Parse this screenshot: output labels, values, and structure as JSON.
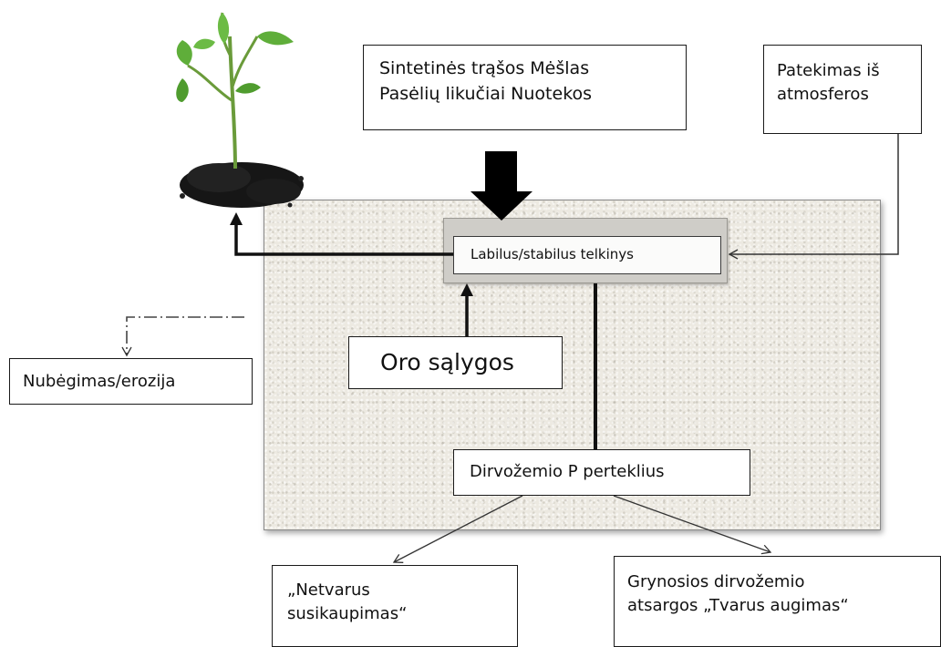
{
  "diagram": {
    "input_sources": "Sintetinės trąšos Mėšlas\nPasėlių likučiai Nuotekos",
    "atmospheric_input": "Patekimas iš\natmosferos",
    "labile_stable_pool": "Labilus/stabilus telkinys",
    "weather_conditions": "Oro sąlygos",
    "runoff_erosion": "Nubėgimas/erozija",
    "soil_p_surplus": "Dirvožemio P perteklius",
    "unsustainable_accumulation": "„Netvarus\nsusikaupimas“",
    "sustainable_growth": "Grynosios dirvožemio\natsargos „Tvarus augimas“"
  },
  "icons": {
    "plant": "seedling-in-soil-icon"
  },
  "colors": {
    "stroke": "#1a1a1a",
    "field": "#ece9e1",
    "leaf": "#5fae3a"
  }
}
